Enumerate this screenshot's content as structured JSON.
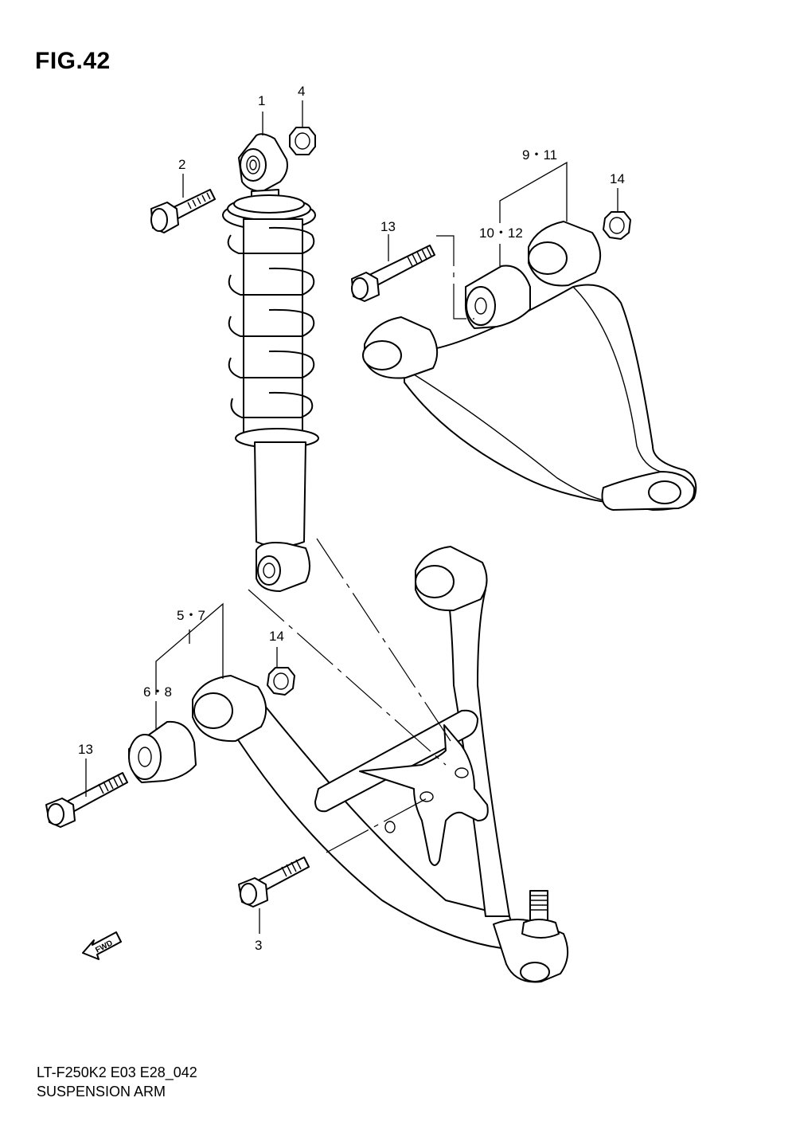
{
  "figure": {
    "title": "FIG.42",
    "model_code": "LT-F250K2 E03 E28_042",
    "caption": "SUSPENSION ARM"
  },
  "callouts": {
    "c1": "1",
    "c2": "2",
    "c3": "3",
    "c4": "4",
    "c5_7": "5・7",
    "c6_8": "6・8",
    "c9_11": "9・11",
    "c10_12": "10・12",
    "c13_upper": "13",
    "c13_lower": "13",
    "c14_upper": "14",
    "c14_lower": "14"
  },
  "fwd_label": "FWD",
  "icons": [
    "shock-absorber",
    "upper-arm",
    "lower-arm",
    "bolt",
    "nut",
    "bushing",
    "fwd-arrow"
  ]
}
